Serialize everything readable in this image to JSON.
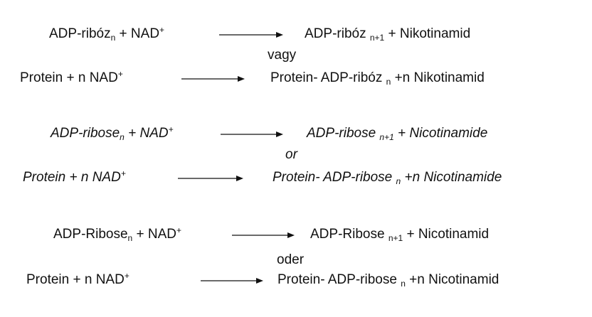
{
  "blocks": [
    {
      "language": "hu",
      "italic": false,
      "connector": "vagy",
      "reactions": [
        {
          "left": {
            "pre": "ADP-ribóz",
            "sub": "n",
            "mid": " + NAD",
            "sup": "+",
            "post": ""
          },
          "right": {
            "pre": "ADP-ribóz ",
            "sub": "n+1",
            "mid": " + Nikotinamid",
            "sup": "",
            "post": ""
          }
        },
        {
          "left": {
            "pre": "Protein + n NAD",
            "sub": "",
            "mid": "",
            "sup": "+",
            "post": ""
          },
          "right": {
            "pre": "Protein- ADP-ribóz ",
            "sub": "n",
            "mid": " +n Nikotinamid",
            "sup": "",
            "post": ""
          }
        }
      ]
    },
    {
      "language": "en",
      "italic": true,
      "connector": "or",
      "reactions": [
        {
          "left": {
            "pre": "ADP-ribose",
            "sub": "n",
            "mid": " + NAD",
            "sup": "+",
            "post": ""
          },
          "right": {
            "pre": "ADP-ribose ",
            "sub": "n+1",
            "mid": " + Nicotinamide",
            "sup": "",
            "post": ""
          }
        },
        {
          "left": {
            "pre": "Protein + n NAD",
            "sub": "",
            "mid": "",
            "sup": "+",
            "post": ""
          },
          "right": {
            "pre": "Protein- ADP-ribose ",
            "sub": "n",
            "mid": " +n Nicotinamide",
            "sup": "",
            "post": ""
          }
        }
      ]
    },
    {
      "language": "de",
      "italic": false,
      "connector": "oder",
      "reactions": [
        {
          "left": {
            "pre": "ADP-Ribose",
            "sub": "n",
            "mid": " + NAD",
            "sup": "+",
            "post": ""
          },
          "right": {
            "pre": "ADP-Ribose ",
            "sub": "n+1",
            "mid": " + Nicotinamid",
            "sup": "",
            "post": ""
          }
        },
        {
          "left": {
            "pre": "Protein + n NAD",
            "sub": "",
            "mid": "",
            "sup": "+",
            "post": ""
          },
          "right": {
            "pre": "Protein- ADP-ribose ",
            "sub": "n",
            "mid": " +n Nicotinamid",
            "sup": "",
            "post": ""
          }
        }
      ]
    }
  ],
  "colors": {
    "text": "#111111",
    "arrow": "#111111",
    "background": "#ffffff"
  }
}
